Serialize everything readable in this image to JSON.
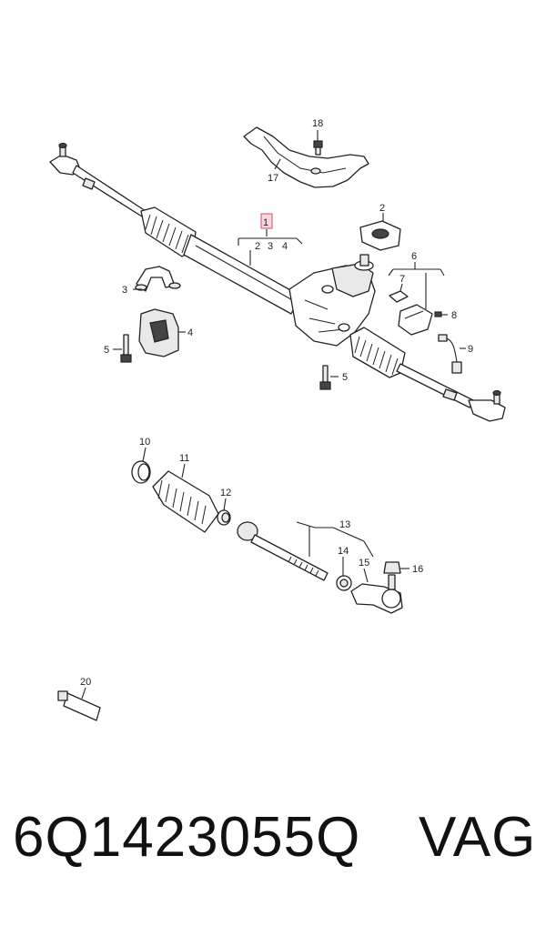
{
  "diagram": {
    "callouts": {
      "c1": "1",
      "c2a": "2",
      "c3a": "3",
      "c4a": "4",
      "c2": "2",
      "c3": "3",
      "c4": "4",
      "c5a": "5",
      "c5b": "5",
      "c6": "6",
      "c7": "7",
      "c8": "8",
      "c9": "9",
      "c10": "10",
      "c11": "11",
      "c12": "12",
      "c13": "13",
      "c14": "14",
      "c15": "15",
      "c16": "16",
      "c17": "17",
      "c18": "18",
      "c20": "20"
    },
    "highlight_color": "#e8a0a8"
  },
  "footer": {
    "part_number": "6Q1423055Q",
    "brand": "VAG"
  }
}
